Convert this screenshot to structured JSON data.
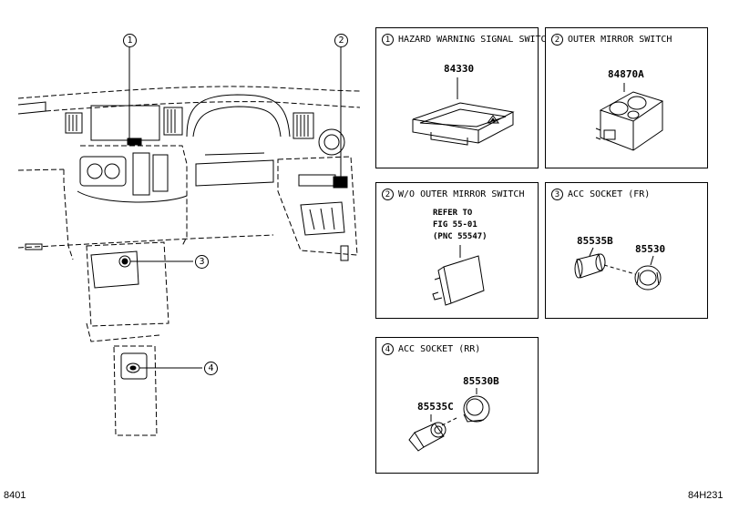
{
  "overview": {
    "callouts": [
      "1",
      "2",
      "3",
      "4"
    ]
  },
  "panels": [
    {
      "num": "1",
      "title": "HAZARD WARNING SIGNAL SWITCH",
      "parts": [
        "84330"
      ]
    },
    {
      "num": "2",
      "title": "OUTER MIRROR SWITCH",
      "parts": [
        "84870A"
      ]
    },
    {
      "num": "2",
      "title": "W/O OUTER MIRROR SWITCH",
      "note": [
        "REFER TO",
        "FIG 55-01",
        "(PNC 55547)"
      ]
    },
    {
      "num": "3",
      "title": "ACC SOCKET (FR)",
      "parts": [
        "85535B",
        "85530"
      ]
    },
    {
      "num": "4",
      "title": "ACC SOCKET (RR)",
      "parts": [
        "85530B",
        "85535C"
      ]
    }
  ],
  "footer": {
    "left": "8401",
    "right": "84H231"
  }
}
